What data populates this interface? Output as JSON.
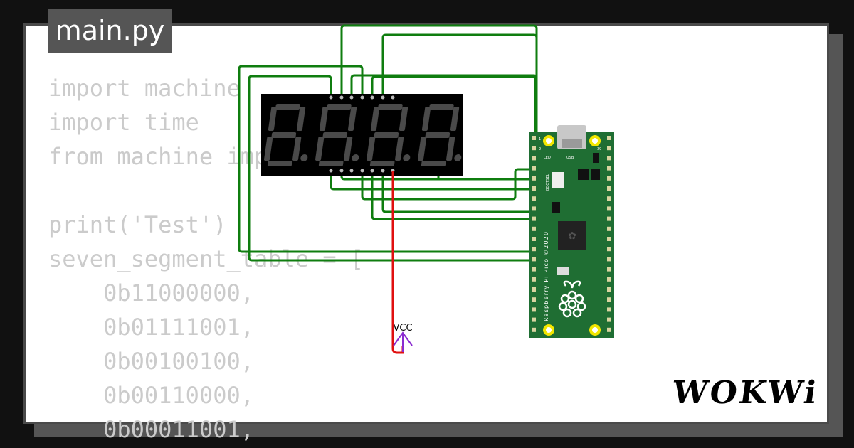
{
  "editor": {
    "filename": "main.py",
    "code_lines": [
      "import machine",
      "import time",
      "from machine import",
      "",
      "print('Test')",
      "seven_segment_table = [",
      "    0b11000000,",
      "    0b01111001,",
      "    0b00100100,",
      "    0b00110000,",
      "    0b00011001,"
    ]
  },
  "circuit": {
    "display_digit_count": 4,
    "vcc_label": "VCC",
    "board": {
      "name_text": "Raspberry Pi Pico ©2020",
      "led_label": "LED",
      "usb_label": "USB",
      "bootsel_label": "BOOTSEL",
      "pin_label_top_left": "1",
      "pin_label_second_left": "2",
      "pin_label_top_right": "39"
    },
    "colors": {
      "wire": "#0f7d0f",
      "vcc_wire": "#e01010",
      "vcc_symbol": "#8a2bd0",
      "board": "#1f6e33",
      "display_body": "#000000",
      "segment_off": "#4a4a4a",
      "pad": "#f2e600"
    }
  },
  "branding": {
    "logo_text": "WOKWi"
  }
}
